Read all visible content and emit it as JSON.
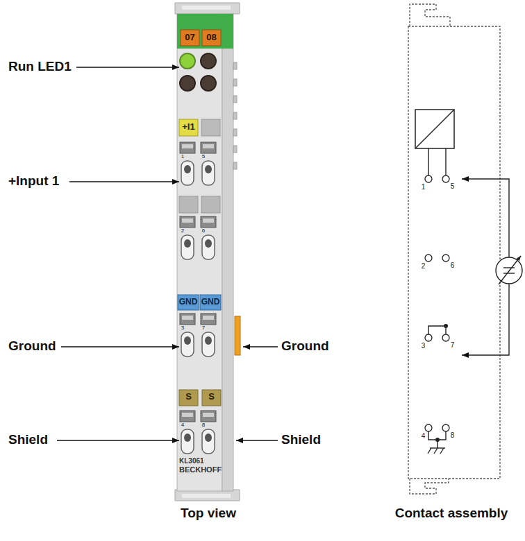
{
  "diagram": {
    "labels": [
      "07",
      "08",
      "Run LED1",
      "+I1",
      "1",
      "5",
      "+Input 1",
      "2",
      "6",
      "GND",
      "GND",
      "3",
      "7",
      "Ground",
      "Ground",
      "S",
      "S",
      "4",
      "8",
      "Shield",
      "Shield",
      "KL3061",
      "BECKHOFF",
      "Top view",
      "Contact assembly",
      "1",
      "5",
      "2",
      "6",
      "3",
      "7",
      "4",
      "8"
    ]
  }
}
